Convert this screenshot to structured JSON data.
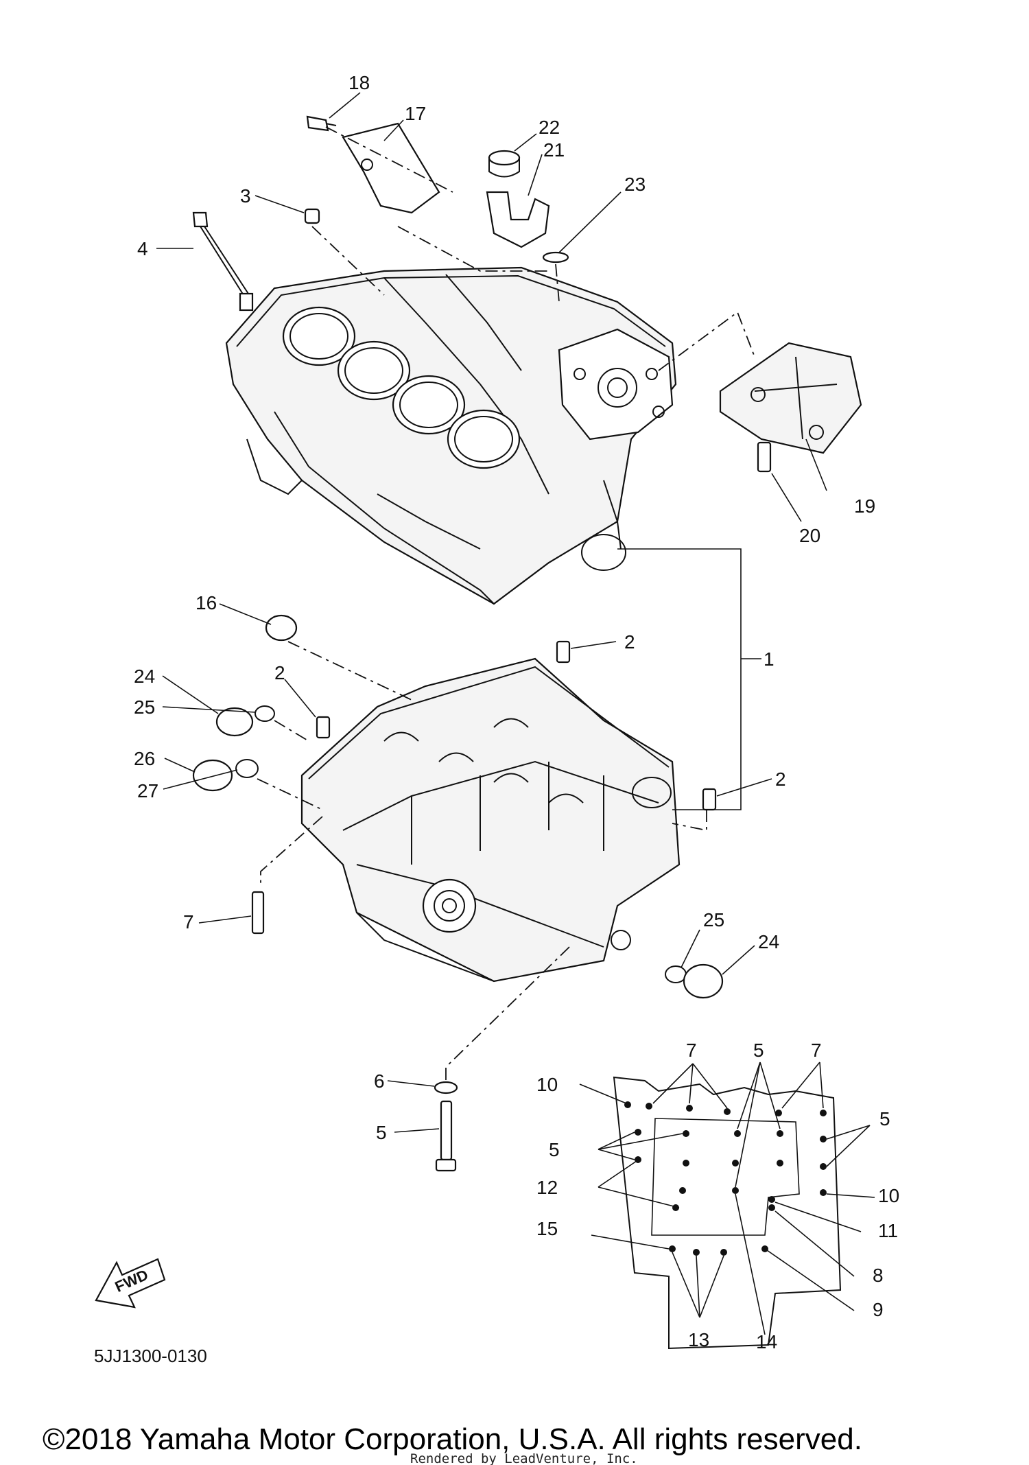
{
  "diagram": {
    "callouts": [
      {
        "id": "c18",
        "text": "18"
      },
      {
        "id": "c17",
        "text": "17"
      },
      {
        "id": "c22",
        "text": "22"
      },
      {
        "id": "c21",
        "text": "21"
      },
      {
        "id": "c23",
        "text": "23"
      },
      {
        "id": "c3",
        "text": "3"
      },
      {
        "id": "c4",
        "text": "4"
      },
      {
        "id": "c19",
        "text": "19"
      },
      {
        "id": "c20",
        "text": "20"
      },
      {
        "id": "c1",
        "text": "1"
      },
      {
        "id": "c16",
        "text": "16"
      },
      {
        "id": "c2a",
        "text": "2"
      },
      {
        "id": "c2b",
        "text": "2"
      },
      {
        "id": "c2c",
        "text": "2"
      },
      {
        "id": "c24a",
        "text": "24"
      },
      {
        "id": "c25a",
        "text": "25"
      },
      {
        "id": "c26",
        "text": "26"
      },
      {
        "id": "c27",
        "text": "27"
      },
      {
        "id": "c7a",
        "text": "7"
      },
      {
        "id": "c25b",
        "text": "25"
      },
      {
        "id": "c24b",
        "text": "24"
      },
      {
        "id": "c6",
        "text": "6"
      },
      {
        "id": "c5a",
        "text": "5"
      },
      {
        "id": "c7b",
        "text": "7"
      },
      {
        "id": "c5b",
        "text": "5"
      },
      {
        "id": "c7c",
        "text": "7"
      },
      {
        "id": "c10a",
        "text": "10"
      },
      {
        "id": "c5c",
        "text": "5"
      },
      {
        "id": "c5d",
        "text": "5"
      },
      {
        "id": "c12",
        "text": "12"
      },
      {
        "id": "c10b",
        "text": "10"
      },
      {
        "id": "c11",
        "text": "11"
      },
      {
        "id": "c15",
        "text": "15"
      },
      {
        "id": "c8",
        "text": "8"
      },
      {
        "id": "c9",
        "text": "9"
      },
      {
        "id": "c13",
        "text": "13"
      },
      {
        "id": "c14",
        "text": "14"
      }
    ],
    "fwd_label": "FWD",
    "diagram_code": "5JJ1300-0130",
    "copyright": "©2018 Yamaha Motor Corporation, U.S.A. All rights reserved.",
    "rendered_by": "Rendered by LeadVenture, Inc."
  }
}
